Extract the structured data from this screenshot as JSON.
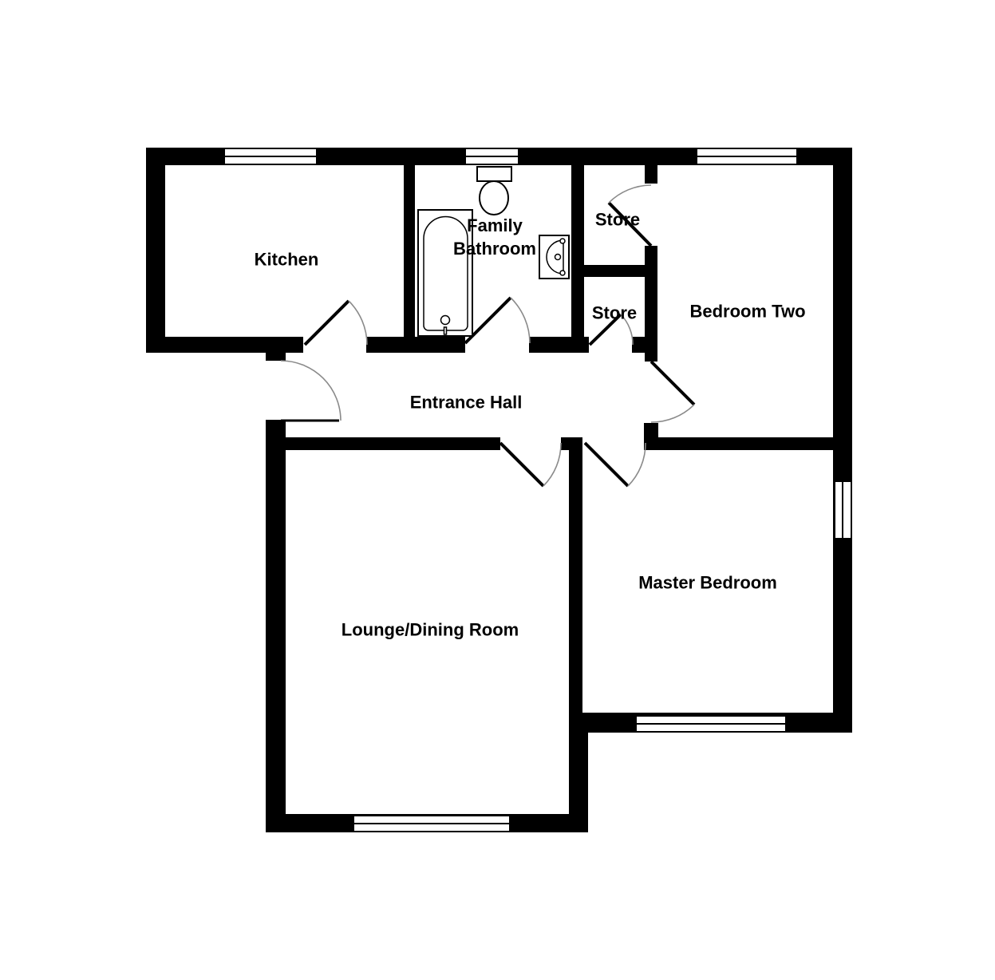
{
  "floorplan": {
    "colors": {
      "background": "#ffffff",
      "wall": "#000000",
      "door-leaf": "#000000",
      "door-arc": "#8a8a8a",
      "fixture": "#000000",
      "label": "#000000"
    },
    "rooms": [
      {
        "name": "kitchen",
        "label": "Kitchen"
      },
      {
        "name": "family-bathroom",
        "lines": [
          "Family",
          "Bathroom"
        ]
      },
      {
        "name": "store-top",
        "label": "Store"
      },
      {
        "name": "store-bottom",
        "label": "Store"
      },
      {
        "name": "bedroom-two",
        "label": "Bedroom Two"
      },
      {
        "name": "entrance-hall",
        "label": "Entrance Hall"
      },
      {
        "name": "lounge-dining-room",
        "label": "Lounge/Dining Room"
      },
      {
        "name": "master-bedroom",
        "label": "Master Bedroom"
      }
    ],
    "fixtures": [
      "bathtub",
      "toilet",
      "sink"
    ],
    "window_count": 6,
    "door_count": 8
  }
}
